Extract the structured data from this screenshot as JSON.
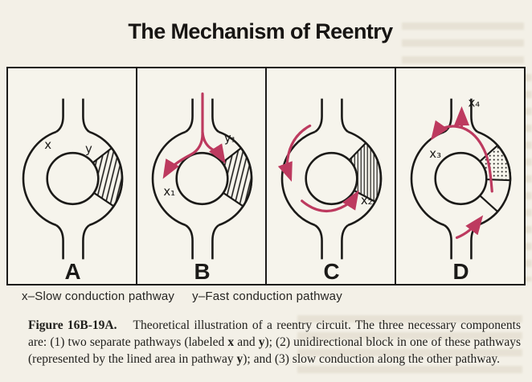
{
  "title": "The Mechanism of Reentry",
  "colors": {
    "arrow_red": "#bd3a5f",
    "ink": "#1b1a18",
    "paper": "#f3f0e7"
  },
  "panels": [
    {
      "letter": "A",
      "label_left": "x",
      "label_right": "y"
    },
    {
      "letter": "B",
      "label_left": "x₁",
      "label_right": "y₁"
    },
    {
      "letter": "C",
      "label_right": "x₂"
    },
    {
      "letter": "D",
      "label_left": "x₃",
      "label_top": "x₄"
    }
  ],
  "legend": {
    "item_x": "x–Slow conduction pathway",
    "item_y": "y–Fast conduction pathway"
  },
  "caption": {
    "figure_label": "Figure 16B-19A.",
    "text_1": "Theoretical illustration of a reentry circuit. The three necessary components are: (1) two separate pathways (labeled ",
    "bold_1": "x",
    "text_2": " and ",
    "bold_2": "y",
    "text_3": "); (2) unidirectional block in one of these pathways (represented by the lined area in pathway ",
    "bold_3": "y",
    "text_4": "); and (3) slow conduction along the other pathway."
  }
}
